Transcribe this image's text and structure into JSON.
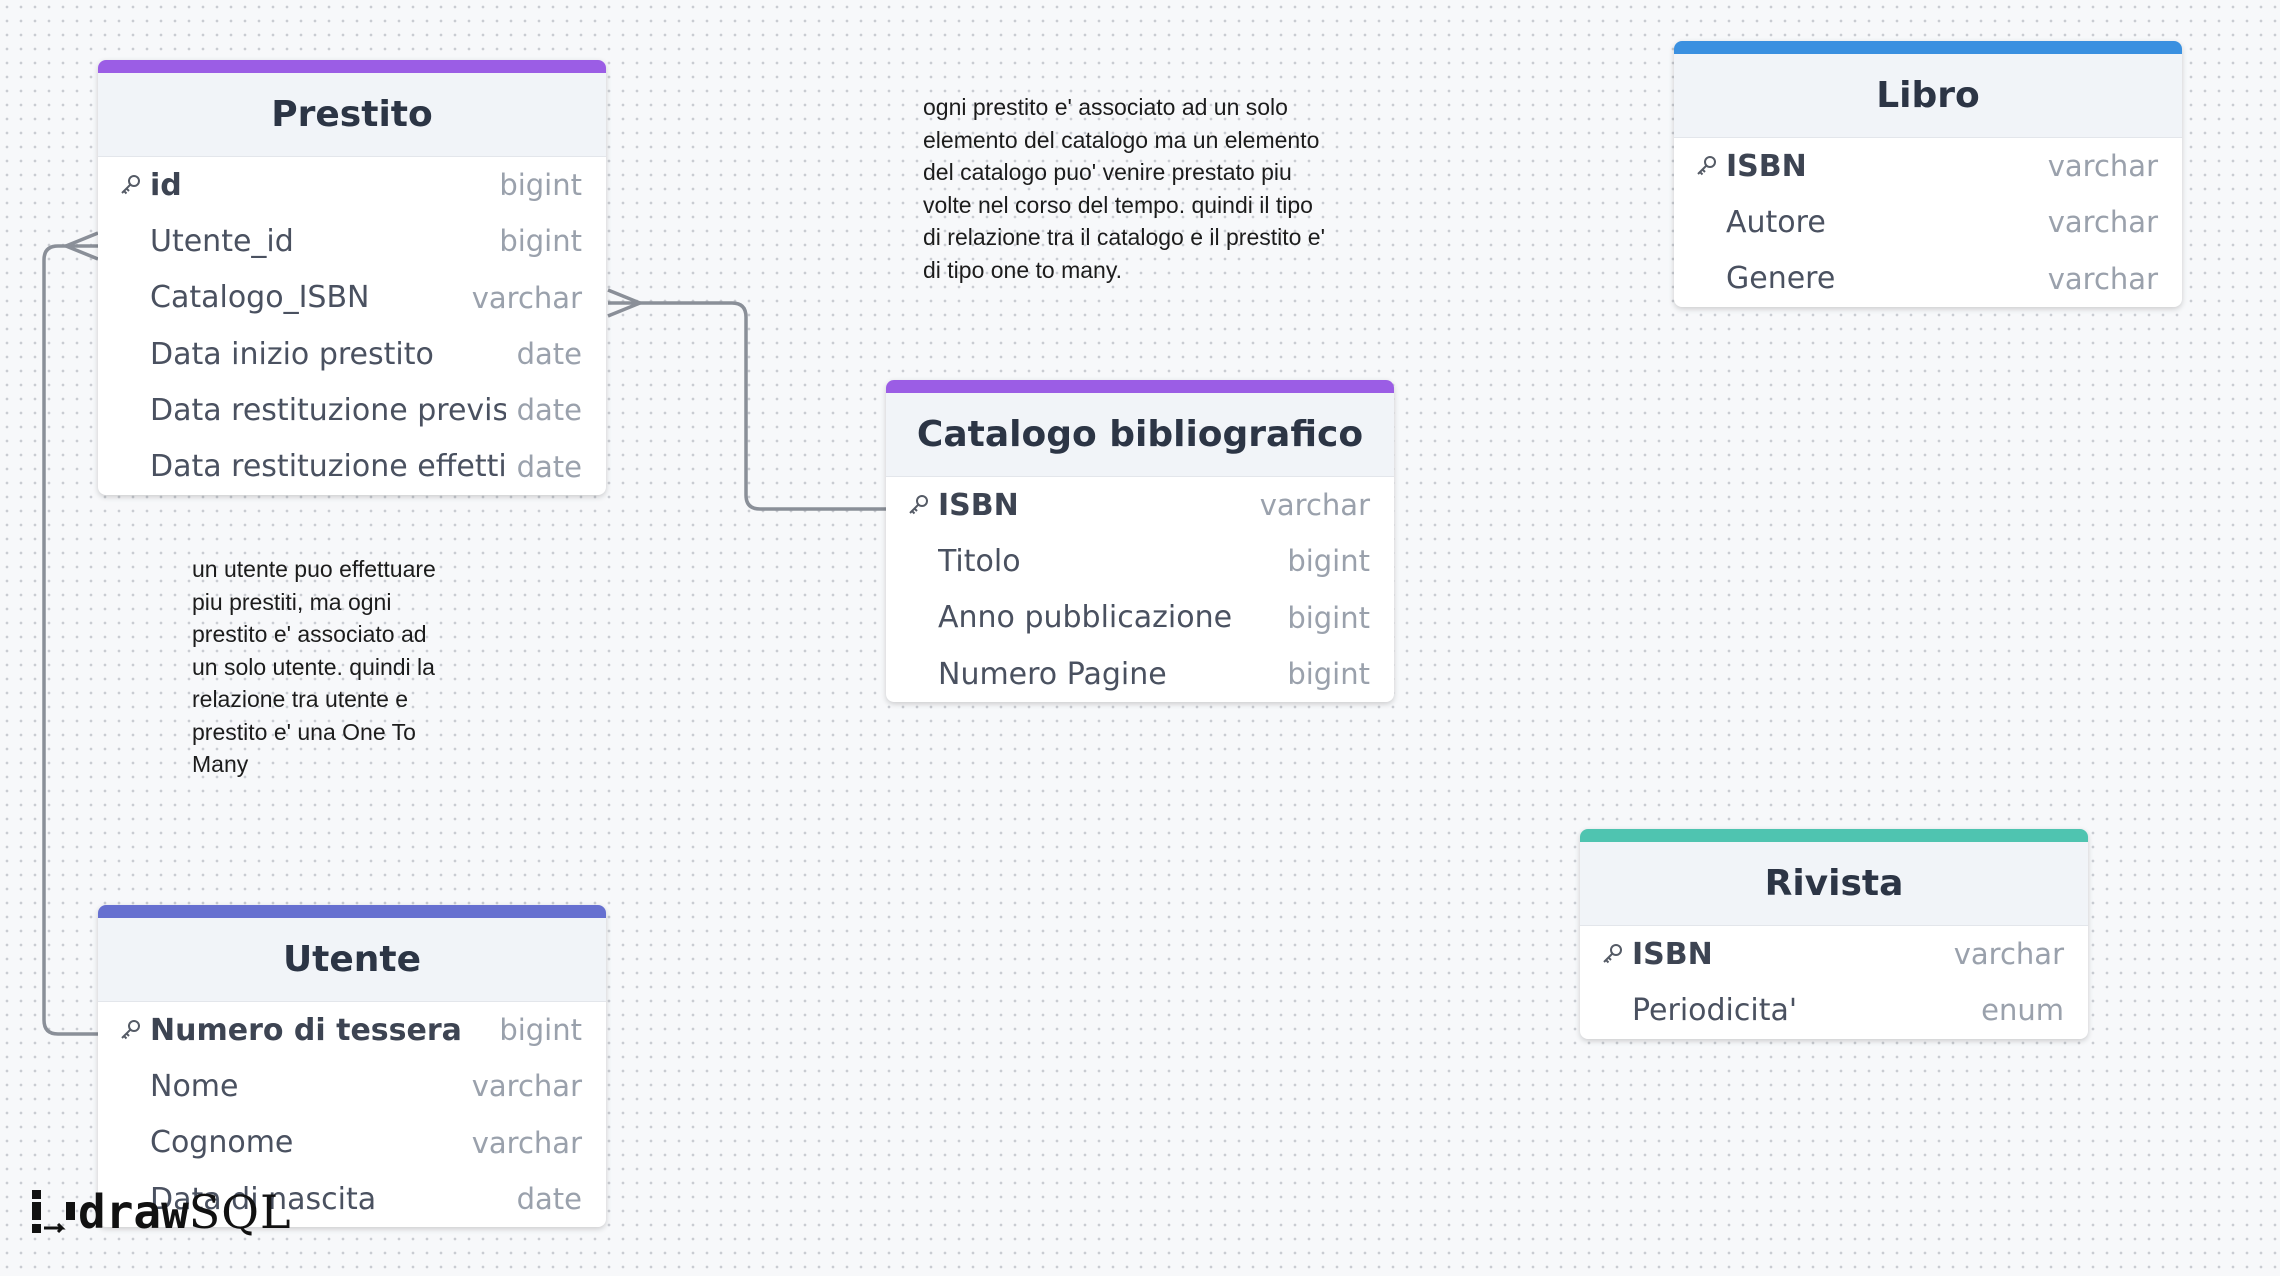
{
  "tables": {
    "prestito": {
      "title": "Prestito",
      "accent": "#9b5de5",
      "fields": [
        {
          "name": "id",
          "type": "bigint",
          "pk": true
        },
        {
          "name": "Utente_id",
          "type": "bigint",
          "pk": false
        },
        {
          "name": "Catalogo_ISBN",
          "type": "varchar",
          "pk": false
        },
        {
          "name": "Data inizio prestito",
          "type": "date",
          "pk": false
        },
        {
          "name": "Data restituzione prevista",
          "type": "date",
          "pk": false
        },
        {
          "name": "Data restituzione effettiva",
          "type": "date",
          "pk": false
        }
      ]
    },
    "catalogo": {
      "title": "Catalogo bibliografico",
      "accent": "#9b5de5",
      "fields": [
        {
          "name": "ISBN",
          "type": "varchar",
          "pk": true
        },
        {
          "name": "Titolo",
          "type": "bigint",
          "pk": false
        },
        {
          "name": "Anno pubblicazione",
          "type": "bigint",
          "pk": false
        },
        {
          "name": "Numero Pagine",
          "type": "bigint",
          "pk": false
        }
      ]
    },
    "libro": {
      "title": "Libro",
      "accent": "#3a90e0",
      "fields": [
        {
          "name": "ISBN",
          "type": "varchar",
          "pk": true
        },
        {
          "name": "Autore",
          "type": "varchar",
          "pk": false
        },
        {
          "name": "Genere",
          "type": "varchar",
          "pk": false
        }
      ]
    },
    "rivista": {
      "title": "Rivista",
      "accent": "#4fc4b0",
      "fields": [
        {
          "name": "ISBN",
          "type": "varchar",
          "pk": true
        },
        {
          "name": "Periodicita'",
          "type": "enum",
          "pk": false
        }
      ]
    },
    "utente": {
      "title": "Utente",
      "accent": "#6670d0",
      "fields": [
        {
          "name": "Numero di tessera",
          "type": "bigint",
          "pk": true
        },
        {
          "name": "Nome",
          "type": "varchar",
          "pk": false
        },
        {
          "name": "Cognome",
          "type": "varchar",
          "pk": false
        },
        {
          "name": "Data di nascita",
          "type": "date",
          "pk": false
        }
      ]
    }
  },
  "notes": {
    "catalogo_prestito": [
      "ogni prestito e' associato ad un solo",
      "elemento del catalogo ma un elemento",
      "del catalogo puo' venire prestato piu",
      "volte nel corso del tempo. quindi il tipo",
      "di relazione tra il catalogo e il prestito e'",
      "di tipo one to many."
    ],
    "utente_prestito": [
      "un utente puo effettuare",
      "piu prestiti, ma ogni",
      "prestito e' associato ad",
      "un solo utente. quindi la",
      "relazione tra utente e",
      "prestito e' una One To",
      "Many"
    ]
  },
  "logo": {
    "part1": "draw",
    "part2": "SQL"
  },
  "colors": {
    "connector": "#8a8f98",
    "key_icon": "#555b66"
  }
}
